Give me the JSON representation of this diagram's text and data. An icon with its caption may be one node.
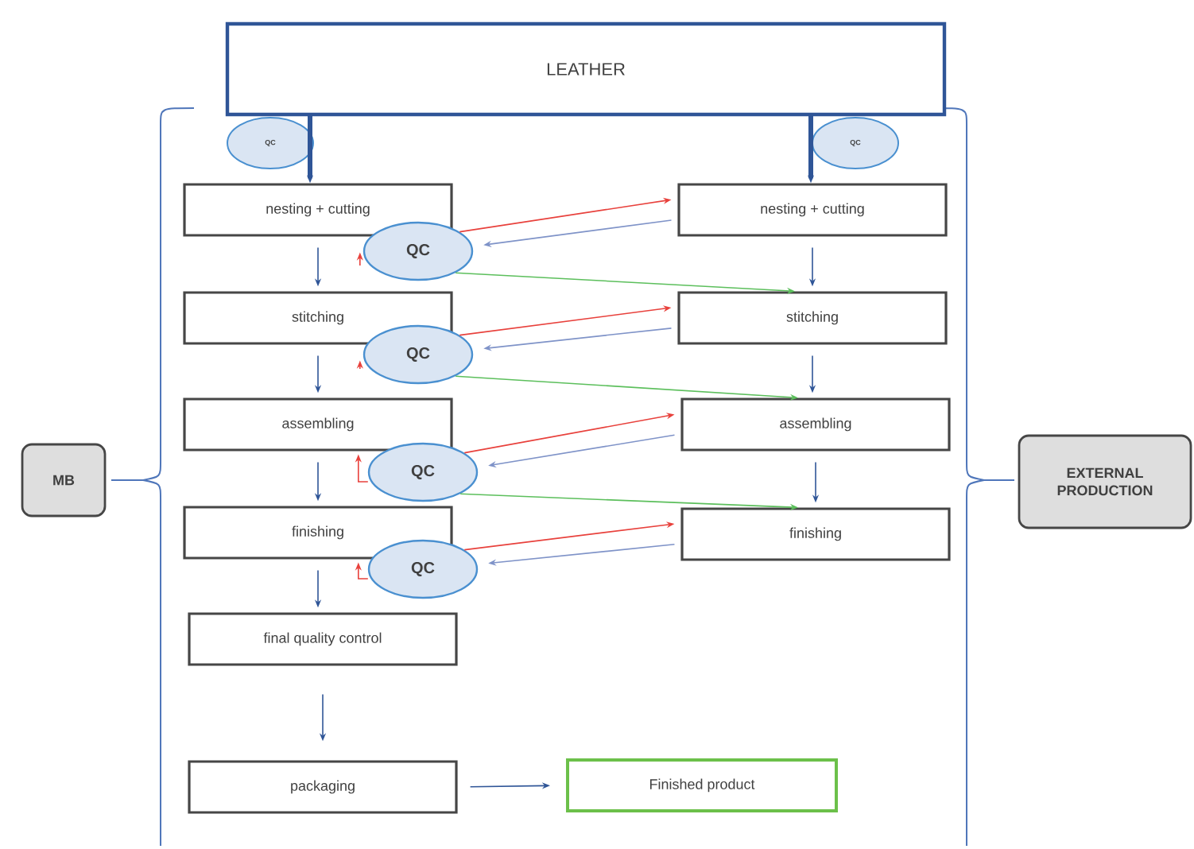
{
  "diagram": {
    "nodes": [
      {
        "text": [
          "LEATHER"
        ]
      },
      {
        "text": [
          "QC"
        ]
      },
      {
        "text": [
          "QC"
        ]
      },
      {
        "text": [
          "nesting + cutting"
        ]
      },
      {
        "text": [
          "nesting + cutting"
        ]
      },
      {
        "text": [
          "QC"
        ]
      },
      {
        "text": [
          "stitching"
        ]
      },
      {
        "text": [
          "stitching"
        ]
      },
      {
        "text": [
          "QC"
        ]
      },
      {
        "text": [
          "assembling"
        ]
      },
      {
        "text": [
          "assembling"
        ]
      },
      {
        "text": [
          "QC"
        ]
      },
      {
        "text": [
          "finishing"
        ]
      },
      {
        "text": [
          "finishing"
        ]
      },
      {
        "text": [
          "QC"
        ]
      },
      {
        "text": [
          "final quality control"
        ]
      },
      {
        "text": [
          "packaging"
        ]
      },
      {
        "text": [
          "Finished product"
        ]
      },
      {
        "text": [
          "MB"
        ]
      },
      {
        "text": [
          "EXTERNAL PRODUCTION"
        ]
      }
    ],
    "edges": [
      {
        "from": 0,
        "to": 3,
        "arrow": "to",
        "style": "thick"
      },
      {
        "from": 0,
        "to": 4,
        "arrow": "to",
        "style": "thick"
      },
      {
        "from": 3,
        "to": 6,
        "arrow": "to"
      },
      {
        "from": 6,
        "to": 9,
        "arrow": "to"
      },
      {
        "from": 9,
        "to": 12,
        "arrow": "to"
      },
      {
        "from": 12,
        "to": 15,
        "arrow": "to"
      },
      {
        "from": 15,
        "to": 16,
        "arrow": "to"
      },
      {
        "from": 16,
        "to": 17,
        "arrow": "to"
      },
      {
        "from": 4,
        "to": 7,
        "arrow": "to"
      },
      {
        "from": 7,
        "to": 10,
        "arrow": "to"
      },
      {
        "from": 10,
        "to": 13,
        "arrow": "to"
      },
      {
        "from": 5,
        "to": 4,
        "arrow": "to",
        "color": "#e8413c"
      },
      {
        "from": 4,
        "to": 5,
        "arrow": "to",
        "color": "#7f93c8"
      },
      {
        "from": 5,
        "to": 7,
        "arrow": "to",
        "color": "#5cbf5c"
      },
      {
        "from": 5,
        "to": 3,
        "arrow": "to",
        "color": "#e8413c"
      },
      {
        "from": 8,
        "to": 7,
        "arrow": "to",
        "color": "#e8413c"
      },
      {
        "from": 7,
        "to": 8,
        "arrow": "to",
        "color": "#7f93c8"
      },
      {
        "from": 8,
        "to": 10,
        "arrow": "to",
        "color": "#5cbf5c"
      },
      {
        "from": 8,
        "to": 6,
        "arrow": "to",
        "color": "#e8413c"
      },
      {
        "from": 11,
        "to": 10,
        "arrow": "to",
        "color": "#e8413c"
      },
      {
        "from": 10,
        "to": 11,
        "arrow": "to",
        "color": "#7f93c8"
      },
      {
        "from": 11,
        "to": 13,
        "arrow": "to",
        "color": "#5cbf5c"
      },
      {
        "from": 11,
        "to": 9,
        "arrow": "to",
        "color": "#e8413c"
      },
      {
        "from": 14,
        "to": 13,
        "arrow": "to",
        "color": "#e8413c"
      },
      {
        "from": 13,
        "to": 14,
        "arrow": "to",
        "color": "#7f93c8"
      },
      {
        "from": 14,
        "to": 12,
        "arrow": "to",
        "color": "#e8413c"
      }
    ]
  }
}
